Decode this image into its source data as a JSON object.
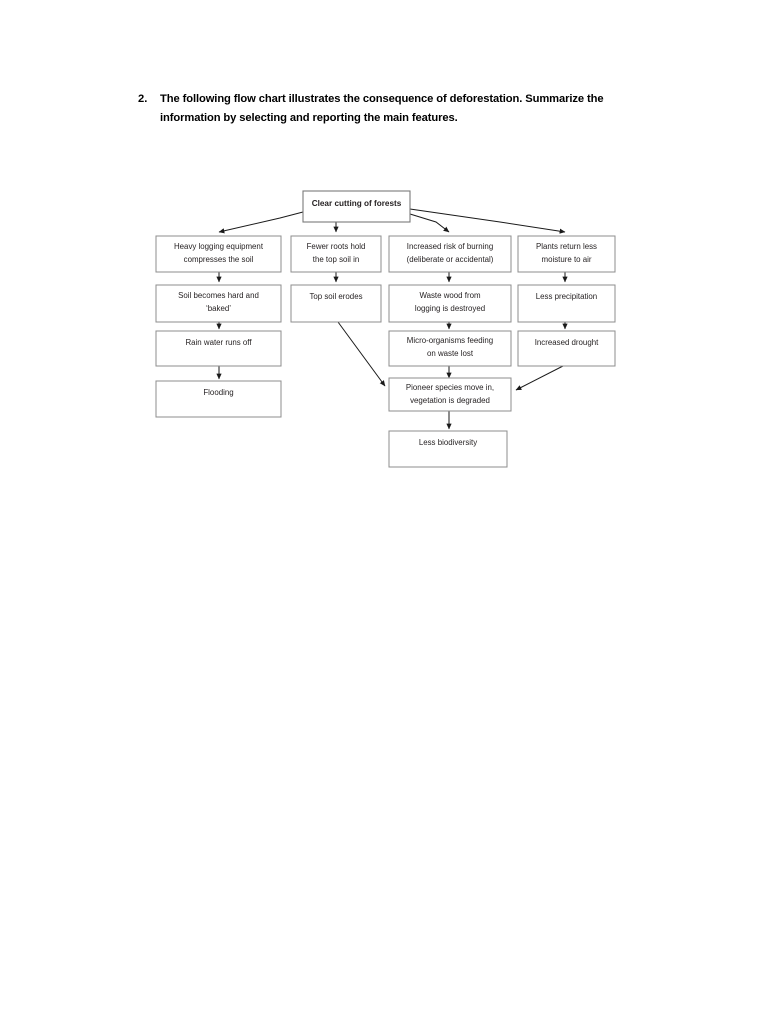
{
  "page": {
    "background_color": "#ffffff",
    "text_color": "#231f20"
  },
  "question": {
    "number": "2.",
    "text": "The following flow chart illustrates the consequence of deforestation. Summarize the information by selecting and reporting the main features."
  },
  "chart_data": {
    "type": "diagram",
    "title": "Consequence of deforestation flow chart",
    "root": "Clear cutting of forests",
    "nodes": [
      {
        "id": "n0",
        "label_line1": "Clear cutting of forests",
        "label_line2": "",
        "bold": true
      },
      {
        "id": "n1",
        "label_line1": "Heavy logging equipment",
        "label_line2": "compresses the soil",
        "bold": false
      },
      {
        "id": "n2",
        "label_line1": "Fewer roots hold",
        "label_line2": "the top soil in",
        "bold": false
      },
      {
        "id": "n3",
        "label_line1": "Increased risk of burning",
        "label_line2": "(deliberate or accidental)",
        "bold": false
      },
      {
        "id": "n4",
        "label_line1": "Plants return less",
        "label_line2": "moisture to air",
        "bold": false
      },
      {
        "id": "n5",
        "label_line1": "Soil becomes hard and",
        "label_line2": "‘baked’",
        "bold": false
      },
      {
        "id": "n6",
        "label_line1": "Top soil erodes",
        "label_line2": "",
        "bold": false
      },
      {
        "id": "n7",
        "label_line1": "Waste wood from",
        "label_line2": "logging is destroyed",
        "bold": false
      },
      {
        "id": "n8",
        "label_line1": "Less precipitation",
        "label_line2": "",
        "bold": false
      },
      {
        "id": "n9",
        "label_line1": "Rain water runs off",
        "label_line2": "",
        "bold": false
      },
      {
        "id": "n10",
        "label_line1": "Micro-organisms feeding",
        "label_line2": "on waste lost",
        "bold": false
      },
      {
        "id": "n11",
        "label_line1": "Increased drought",
        "label_line2": "",
        "bold": false
      },
      {
        "id": "n12",
        "label_line1": "Flooding",
        "label_line2": "",
        "bold": false
      },
      {
        "id": "n13",
        "label_line1": "Pioneer species move in,",
        "label_line2": "vegetation is degraded",
        "bold": false
      },
      {
        "id": "n14",
        "label_line1": "Less biodiversity",
        "label_line2": "",
        "bold": false
      }
    ],
    "edges": [
      {
        "from": "n0",
        "to": "n1"
      },
      {
        "from": "n0",
        "to": "n2"
      },
      {
        "from": "n0",
        "to": "n3"
      },
      {
        "from": "n0",
        "to": "n4"
      },
      {
        "from": "n1",
        "to": "n5"
      },
      {
        "from": "n2",
        "to": "n6"
      },
      {
        "from": "n3",
        "to": "n7"
      },
      {
        "from": "n4",
        "to": "n8"
      },
      {
        "from": "n5",
        "to": "n9"
      },
      {
        "from": "n7",
        "to": "n10"
      },
      {
        "from": "n8",
        "to": "n11"
      },
      {
        "from": "n9",
        "to": "n12"
      },
      {
        "from": "n6",
        "to": "n13"
      },
      {
        "from": "n10",
        "to": "n13"
      },
      {
        "from": "n11",
        "to": "n13"
      },
      {
        "from": "n13",
        "to": "n14"
      }
    ],
    "line_color": "#1a1a1a",
    "box_border_color": "#8d8d8d",
    "box_fill_color": "#ffffff"
  }
}
